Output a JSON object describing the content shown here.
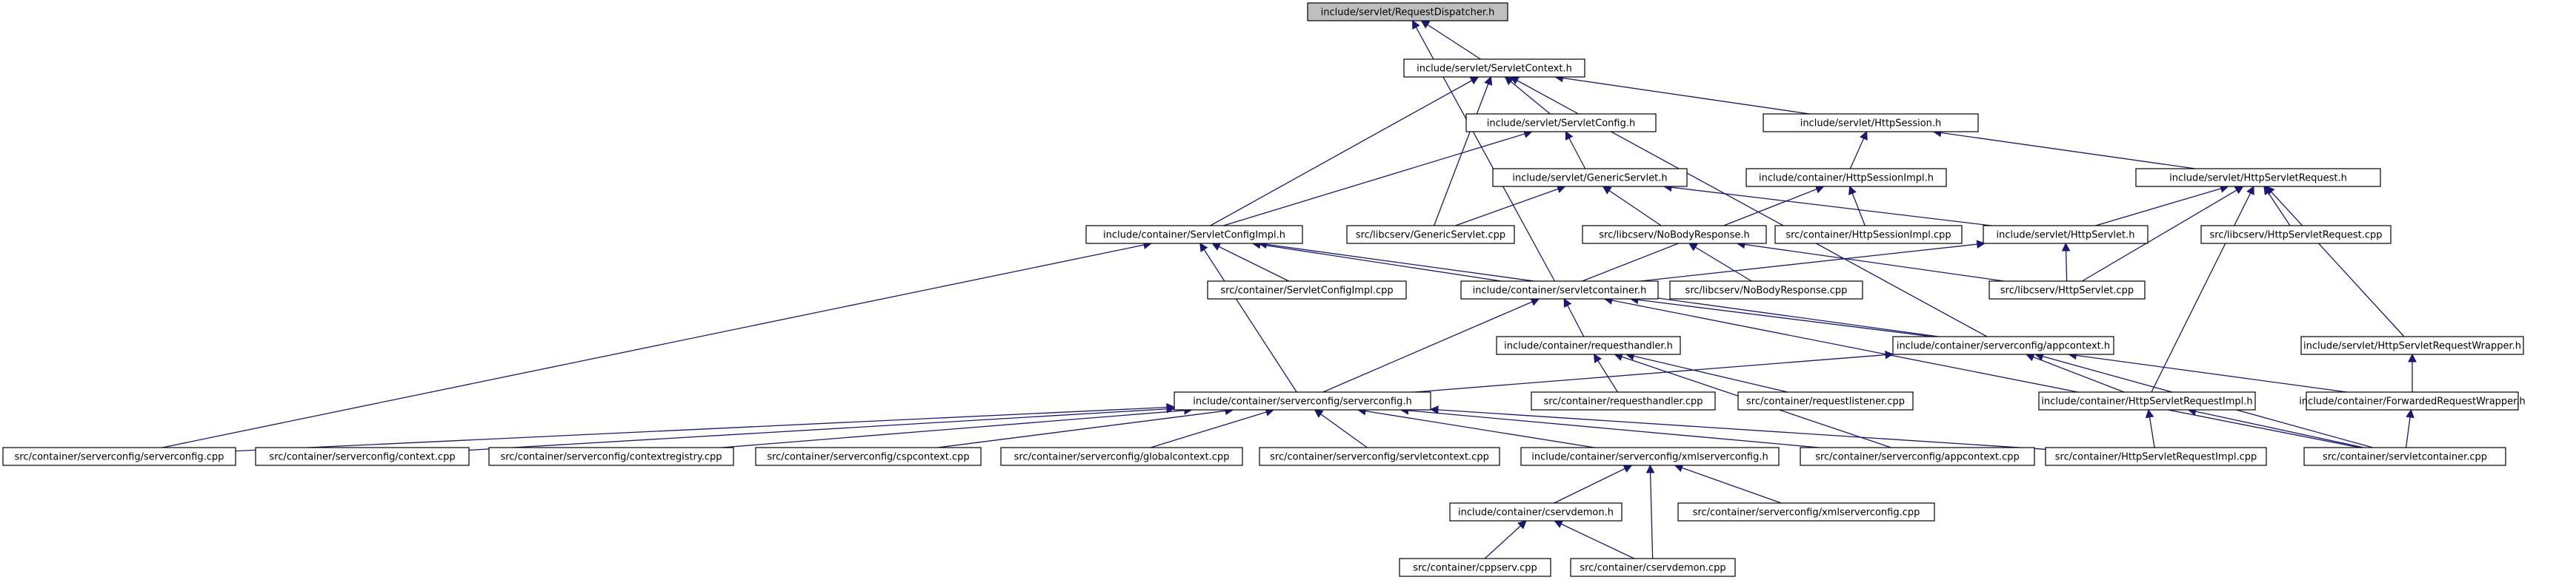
{
  "colors": {
    "edge": "#191970",
    "root_fill": "#bfbfbf",
    "node_fill": "#ffffff",
    "node_stroke": "#000000"
  },
  "nodes": [
    {
      "id": "n0",
      "label": "include/servlet/RequestDispatcher.h",
      "root": true
    },
    {
      "id": "n1",
      "label": "include/servlet/ServletContext.h"
    },
    {
      "id": "n2",
      "label": "include/servlet/ServletConfig.h"
    },
    {
      "id": "n3",
      "label": "include/servlet/HttpSession.h"
    },
    {
      "id": "n4",
      "label": "include/servlet/GenericServlet.h"
    },
    {
      "id": "n5",
      "label": "include/container/HttpSessionImpl.h"
    },
    {
      "id": "n6",
      "label": "include/servlet/HttpServletRequest.h"
    },
    {
      "id": "n7",
      "label": "include/container/ServletConfigImpl.h"
    },
    {
      "id": "n8",
      "label": "src/libcserv/GenericServlet.cpp"
    },
    {
      "id": "n9",
      "label": "src/libcserv/NoBodyResponse.h"
    },
    {
      "id": "n10",
      "label": "src/container/HttpSessionImpl.cpp"
    },
    {
      "id": "n11",
      "label": "include/servlet/HttpServlet.h"
    },
    {
      "id": "n12",
      "label": "src/libcserv/HttpServletRequest.cpp"
    },
    {
      "id": "n13",
      "label": "src/container/ServletConfigImpl.cpp"
    },
    {
      "id": "n14",
      "label": "include/container/servletcontainer.h"
    },
    {
      "id": "n15",
      "label": "src/libcserv/NoBodyResponse.cpp"
    },
    {
      "id": "n16",
      "label": "src/libcserv/HttpServlet.cpp"
    },
    {
      "id": "n17",
      "label": "include/container/requesthandler.h"
    },
    {
      "id": "n18",
      "label": "include/container/serverconfig/appcontext.h"
    },
    {
      "id": "n19",
      "label": "include/servlet/HttpServletRequestWrapper.h"
    },
    {
      "id": "n20",
      "label": "include/container/serverconfig/serverconfig.h"
    },
    {
      "id": "n21",
      "label": "src/container/requesthandler.cpp"
    },
    {
      "id": "n22",
      "label": "src/container/requestlistener.cpp"
    },
    {
      "id": "n23",
      "label": "include/container/HttpServletRequestImpl.h"
    },
    {
      "id": "n24",
      "label": "include/container/ForwardedRequestWrapper.h"
    },
    {
      "id": "n25",
      "label": "src/container/serverconfig/serverconfig.cpp"
    },
    {
      "id": "n26",
      "label": "src/container/serverconfig/context.cpp"
    },
    {
      "id": "n27",
      "label": "src/container/serverconfig/contextregistry.cpp"
    },
    {
      "id": "n28",
      "label": "src/container/serverconfig/cspcontext.cpp"
    },
    {
      "id": "n29",
      "label": "src/container/serverconfig/globalcontext.cpp"
    },
    {
      "id": "n30",
      "label": "src/container/serverconfig/servletcontext.cpp"
    },
    {
      "id": "n31",
      "label": "include/container/serverconfig/xmlserverconfig.h"
    },
    {
      "id": "n32",
      "label": "src/container/serverconfig/appcontext.cpp"
    },
    {
      "id": "n33",
      "label": "src/container/HttpServletRequestImpl.cpp"
    },
    {
      "id": "n34",
      "label": "src/container/servletcontainer.cpp"
    },
    {
      "id": "n35",
      "label": "include/container/cservdemon.h"
    },
    {
      "id": "n36",
      "label": "src/container/serverconfig/xmlserverconfig.cpp"
    },
    {
      "id": "n37",
      "label": "src/container/cppserv.cpp"
    },
    {
      "id": "n38",
      "label": "src/container/cservdemon.cpp"
    }
  ],
  "edges": [
    [
      "n1",
      "n0"
    ],
    [
      "n14",
      "n0"
    ],
    [
      "n2",
      "n1"
    ],
    [
      "n3",
      "n1"
    ],
    [
      "n7",
      "n1"
    ],
    [
      "n8",
      "n1"
    ],
    [
      "n18",
      "n1"
    ],
    [
      "n4",
      "n2"
    ],
    [
      "n7",
      "n2"
    ],
    [
      "n5",
      "n3"
    ],
    [
      "n6",
      "n3"
    ],
    [
      "n8",
      "n4"
    ],
    [
      "n9",
      "n4"
    ],
    [
      "n11",
      "n4"
    ],
    [
      "n10",
      "n5"
    ],
    [
      "n14",
      "n5"
    ],
    [
      "n11",
      "n6"
    ],
    [
      "n12",
      "n6"
    ],
    [
      "n16",
      "n6"
    ],
    [
      "n19",
      "n6"
    ],
    [
      "n23",
      "n6"
    ],
    [
      "n13",
      "n7"
    ],
    [
      "n14",
      "n7"
    ],
    [
      "n18",
      "n7"
    ],
    [
      "n20",
      "n7"
    ],
    [
      "n25",
      "n7"
    ],
    [
      "n15",
      "n9"
    ],
    [
      "n16",
      "n9"
    ],
    [
      "n14",
      "n11"
    ],
    [
      "n16",
      "n11"
    ],
    [
      "n17",
      "n14"
    ],
    [
      "n18",
      "n14"
    ],
    [
      "n20",
      "n14"
    ],
    [
      "n34",
      "n14"
    ],
    [
      "n21",
      "n17"
    ],
    [
      "n22",
      "n17"
    ],
    [
      "n32",
      "n17"
    ],
    [
      "n20",
      "n18"
    ],
    [
      "n23",
      "n18"
    ],
    [
      "n24",
      "n18"
    ],
    [
      "n34",
      "n18"
    ],
    [
      "n24",
      "n19"
    ],
    [
      "n25",
      "n20"
    ],
    [
      "n26",
      "n20"
    ],
    [
      "n27",
      "n20"
    ],
    [
      "n28",
      "n20"
    ],
    [
      "n29",
      "n20"
    ],
    [
      "n30",
      "n20"
    ],
    [
      "n31",
      "n20"
    ],
    [
      "n32",
      "n20"
    ],
    [
      "n33",
      "n20"
    ],
    [
      "n33",
      "n23"
    ],
    [
      "n34",
      "n23"
    ],
    [
      "n34",
      "n24"
    ],
    [
      "n35",
      "n31"
    ],
    [
      "n36",
      "n31"
    ],
    [
      "n38",
      "n31"
    ],
    [
      "n37",
      "n35"
    ],
    [
      "n38",
      "n35"
    ]
  ]
}
